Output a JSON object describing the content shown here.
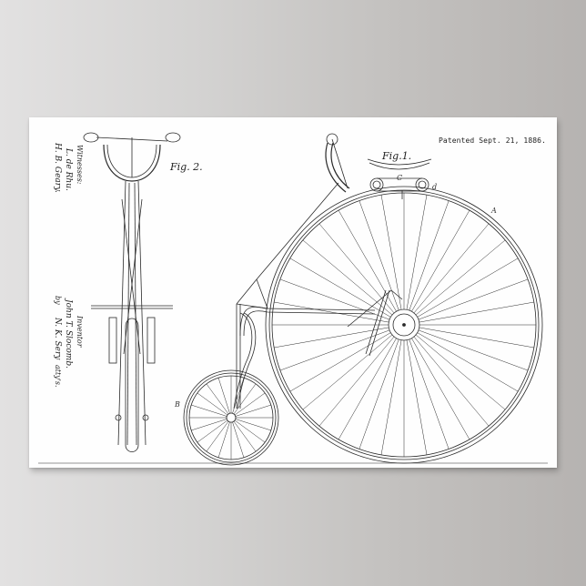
{
  "poster": {
    "patent_date": "Patented Sept. 21, 1886.",
    "figures": {
      "fig1_label": "Fig.1.",
      "fig2_label": "Fig. 2."
    },
    "witnesses": {
      "heading": "Witnesses:",
      "names": [
        "L. de Rhu.",
        "H. B. Geary."
      ]
    },
    "inventor": {
      "heading": "Inventor",
      "name": "John T. Slocomb.",
      "by": "by",
      "attorney": "N. K. Sery",
      "attys": "atty's."
    },
    "reference_letters": {
      "A": "A",
      "B": "B",
      "C": "C",
      "d": "d"
    }
  },
  "colors": {
    "background_left": "#e2e1e1",
    "background_right": "#b6b3b1",
    "paper": "#fefefe",
    "ink": "#222222"
  }
}
